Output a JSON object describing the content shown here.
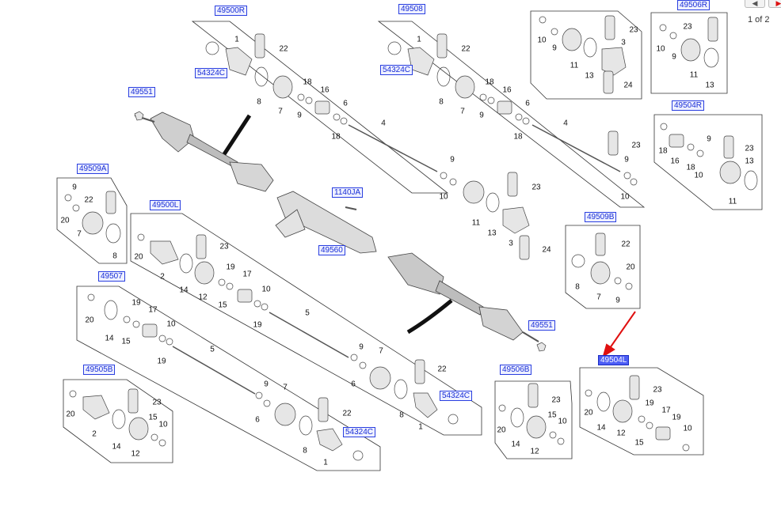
{
  "pager": {
    "text": "1 of 2",
    "prev_glyph": "◀",
    "next_glyph": "▶"
  },
  "callouts": {
    "c49500R": "49500R",
    "c49508": "49508",
    "c49506R": "49506R",
    "c49504R": "49504R",
    "c49551a": "49551",
    "c49509A": "49509A",
    "c1140JA": "1140JA",
    "c49560": "49560",
    "c49500L": "49500L",
    "c49509B": "49509B",
    "c49507": "49507",
    "c49551b": "49551",
    "c49505B": "49505B",
    "c49506B": "49506B",
    "c49504L": "49504L",
    "c54324a": "54324C",
    "c54324b": "54324C",
    "c54324c": "54324C",
    "c54324d": "54324C"
  },
  "part_numbers": {
    "n1": "1",
    "n2": "2",
    "n3": "3",
    "n4": "4",
    "n5": "5",
    "n6": "6",
    "n7": "7",
    "n8": "8",
    "n9": "9",
    "n10": "10",
    "n11": "11",
    "n12": "12",
    "n13": "13",
    "n14": "14",
    "n15": "15",
    "n16": "16",
    "n17": "17",
    "n18": "18",
    "n19": "19",
    "n20": "20",
    "n22": "22",
    "n23": "23",
    "n24": "24"
  },
  "colors": {
    "callout_text": "#1a2fd6",
    "callout_selected_bg": "#4d5ef5",
    "arrow": "#e01010"
  }
}
